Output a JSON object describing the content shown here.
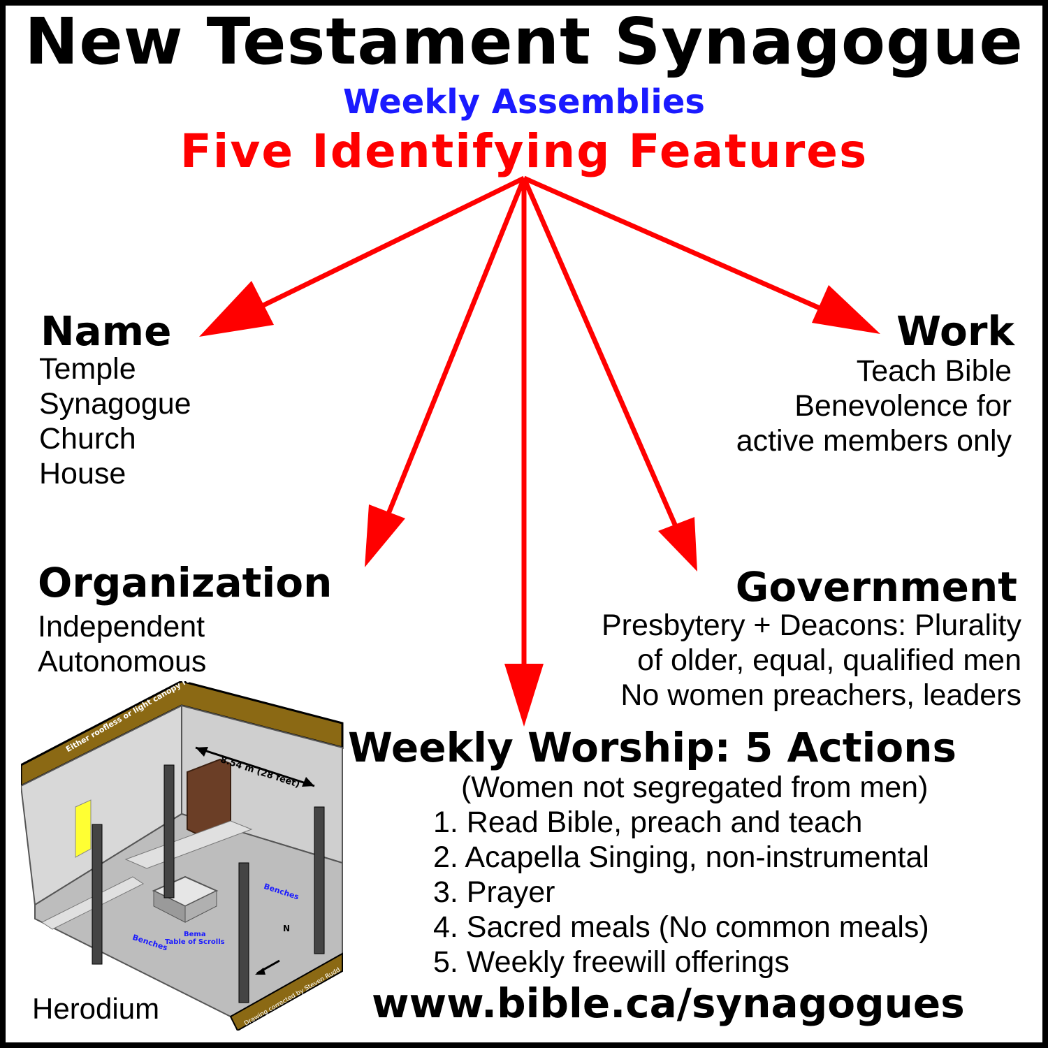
{
  "title": "New Testament Synagogue",
  "subtitle": "Weekly Assemblies",
  "heading": "Five Identifying Features",
  "name": {
    "heading": "Name",
    "items": [
      "Temple",
      "Synagogue",
      "Church",
      "House"
    ]
  },
  "work": {
    "heading": "Work",
    "items": [
      "Teach Bible",
      "Benevolence for",
      "active members only"
    ]
  },
  "organization": {
    "heading": "Organization",
    "items": [
      "Independent",
      "Autonomous"
    ]
  },
  "government": {
    "heading": "Government",
    "items": [
      "Presbytery + Deacons: Plurality",
      "of older, equal, qualified men",
      "No women preachers, leaders"
    ]
  },
  "worship": {
    "heading": "Weekly Worship: 5 Actions",
    "note": "(Women not segregated from men)",
    "items": [
      "1. Read Bible, preach and teach",
      "2. Acapella Singing, non-instrumental",
      "3. Prayer",
      "4. Sacred meals (No common meals)",
      "5. Weekly freewill offerings"
    ]
  },
  "url": "www.bible.ca/synagogues",
  "illustration": {
    "roof_label": "Either roofless or light canopy roof",
    "dimension_label": "8.54 m (28 feet)",
    "benches_label": "Benches",
    "bema_label": "Bema",
    "table_label": "Table of Scrolls",
    "north_label": "N",
    "credit_label": "Drawing corrected by Steven Rudd",
    "caption": "Herodium"
  },
  "colors": {
    "arrows": "#ff0000",
    "subtitle": "#1a1aff",
    "heading": "#ff0000",
    "frame": "#000000"
  }
}
